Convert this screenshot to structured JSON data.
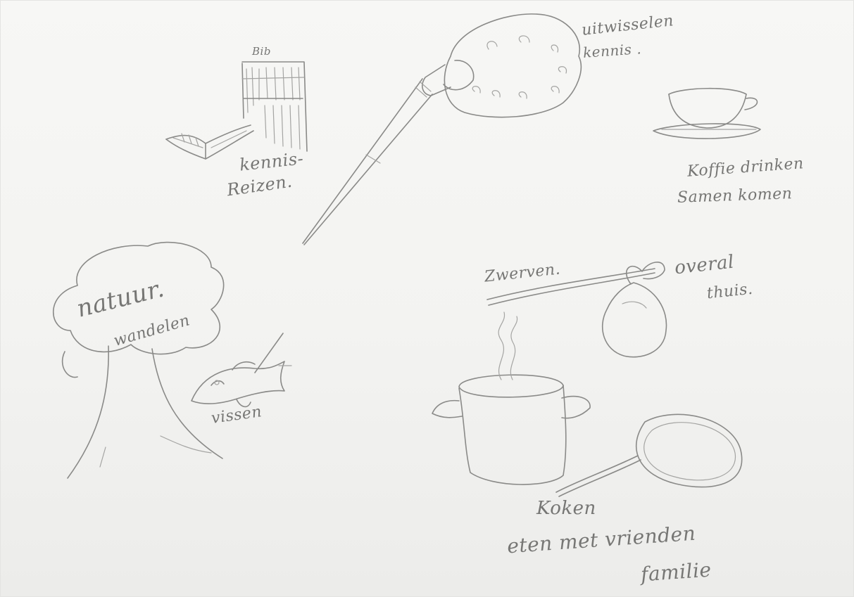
{
  "sketch": {
    "paper_color": "#f3f3f1",
    "pencil_color": "#8a8a88",
    "labels": {
      "bib": "Bib",
      "kennis_reizen_line1": "kennis-",
      "kennis_reizen_line2": "Reizen.",
      "uitwisselen_line1": "uitwisselen",
      "uitwisselen_line2": "kennis .",
      "koffie_line1": "Koffie drinken",
      "koffie_line2": "Samen komen",
      "natuur": "natuur.",
      "wandelen": "wandelen",
      "vissen": "vissen",
      "zwerven": "Zwerven.",
      "overal_line1": "overal",
      "overal_line2": "thuis.",
      "koken": "Koken",
      "eten_line1": "eten met vrienden",
      "eten_line2": "familie"
    }
  }
}
